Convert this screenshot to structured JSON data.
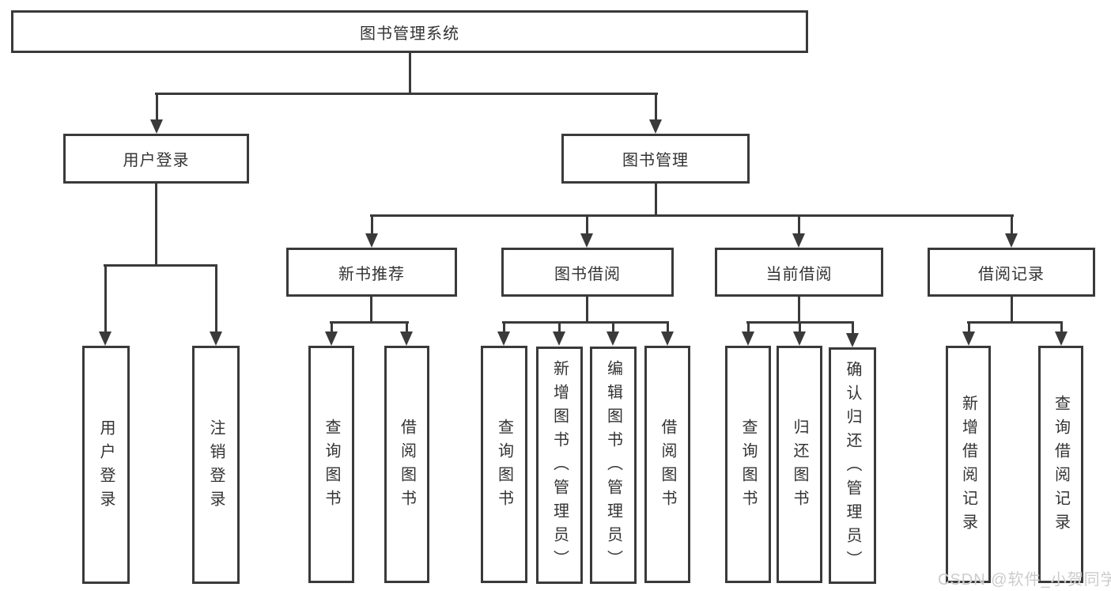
{
  "tree": {
    "root": {
      "label": "图书管理系统"
    },
    "branches": [
      {
        "label": "用户登录",
        "children": [
          {
            "label": "用户登录"
          },
          {
            "label": "注销登录"
          }
        ]
      },
      {
        "label": "图书管理",
        "groups": [
          {
            "label": "新书推荐",
            "children": [
              {
                "label": "查询图书"
              },
              {
                "label": "借阅图书"
              }
            ]
          },
          {
            "label": "图书借阅",
            "children": [
              {
                "label": "查询图书"
              },
              {
                "label": "新增图书（管理员）"
              },
              {
                "label": "编辑图书（管理员）"
              },
              {
                "label": "借阅图书"
              }
            ]
          },
          {
            "label": "当前借阅",
            "children": [
              {
                "label": "查询图书"
              },
              {
                "label": "归还图书"
              },
              {
                "label": "确认归还（管理员）"
              }
            ]
          },
          {
            "label": "借阅记录",
            "children": [
              {
                "label": "新增借阅记录"
              },
              {
                "label": "查询借阅记录"
              }
            ]
          }
        ]
      }
    ]
  },
  "watermark": {
    "text": "CSDN @软件_小贺同学"
  },
  "colors": {
    "line": "#3a3a3a",
    "text": "#333333",
    "watermark": "#cccccc",
    "background": "#ffffff"
  }
}
